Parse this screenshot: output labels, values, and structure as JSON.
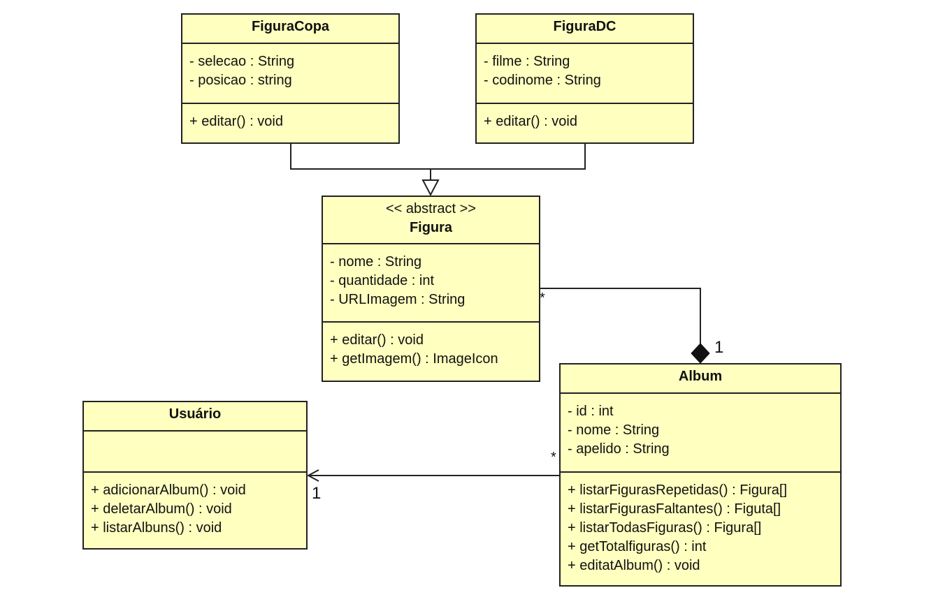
{
  "classes": {
    "figura_copa": {
      "name": "FiguraCopa",
      "attributes": [
        "- selecao : String",
        "- posicao : string"
      ],
      "methods": [
        "+ editar() : void"
      ]
    },
    "figura_dc": {
      "name": "FiguraDC",
      "attributes": [
        "- filme : String",
        "- codinome : String"
      ],
      "methods": [
        "+ editar() : void"
      ]
    },
    "figura": {
      "stereotype": "<< abstract >>",
      "name": "Figura",
      "attributes": [
        "- nome : String",
        "- quantidade : int",
        "- URLImagem : String"
      ],
      "methods": [
        "+ editar() : void",
        "+ getImagem() : ImageIcon"
      ]
    },
    "album": {
      "name": "Album",
      "attributes": [
        "- id : int",
        "- nome : String",
        "- apelido : String"
      ],
      "methods": [
        "+ listarFigurasRepetidas() : Figura[]",
        "+ listarFigurasFaltantes() : Figuta[]",
        "+ listarTodasFiguras() : Figura[]",
        "+ getTotalfiguras() : int",
        "+ editatAlbum() : void"
      ]
    },
    "usuario": {
      "name": "Usuário",
      "attributes": [],
      "methods": [
        "+ adicionarAlbum() : void",
        "+ deletarAlbum() : void",
        "+ listarAlbuns() : void"
      ]
    }
  },
  "multiplicities": {
    "figura_album_many": "*",
    "figura_album_one": "1",
    "album_usuario_many": "*",
    "album_usuario_one": "1"
  },
  "colors": {
    "class_fill": "#ffffc0",
    "line": "#222222"
  }
}
